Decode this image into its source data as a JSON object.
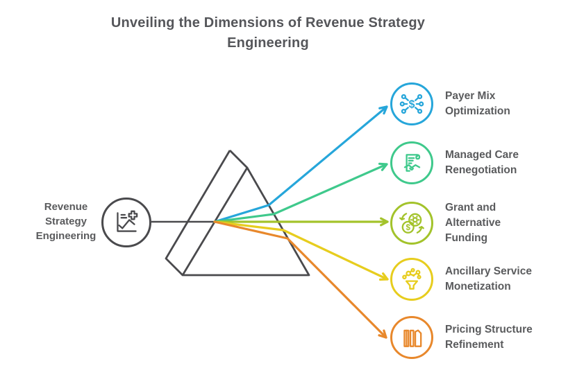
{
  "title": {
    "lines": [
      "Unveiling the Dimensions of Revenue Strategy",
      "Engineering"
    ]
  },
  "source": {
    "lines": [
      "Revenue",
      "Strategy",
      "Engineering"
    ],
    "icon": "growth-chart-plus-icon"
  },
  "colors": {
    "outline_gray": "#4a4a4d",
    "title_text": "#55565a",
    "label_text": "#5a5b5d",
    "blue": "#26a6da",
    "green": "#3fc98c",
    "olive": "#a3c32b",
    "yellow": "#e7cd1e",
    "orange": "#e8882c"
  },
  "spectrum_items": [
    {
      "lines": [
        "Payer Mix",
        "Optimization"
      ],
      "color": "#26a6da",
      "icon": "dollar-network-icon"
    },
    {
      "lines": [
        "Managed Care",
        "Renegotiation"
      ],
      "color": "#3fc98c",
      "icon": "contract-handshake-icon"
    },
    {
      "lines": [
        "Grant and",
        "Alternative",
        "Funding"
      ],
      "color": "#a3c32b",
      "icon": "coins-exchange-icon"
    },
    {
      "lines": [
        "Ancillary Service",
        "Monetization"
      ],
      "color": "#e7cd1e",
      "icon": "funnel-nodes-icon"
    },
    {
      "lines": [
        "Pricing Structure",
        "Refinement"
      ],
      "color": "#e8882c",
      "icon": "ledger-books-icon"
    }
  ]
}
